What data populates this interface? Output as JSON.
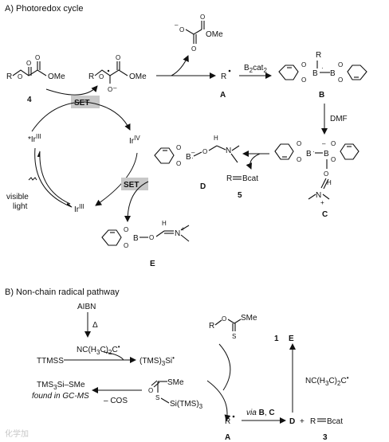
{
  "headings": {
    "a": "A) Photoredox cycle",
    "b": "B) Non-chain radical pathway"
  },
  "compound_labels": {
    "c4": "4",
    "cA": "A",
    "cB": "B",
    "cC": "C",
    "cD": "D",
    "cE": "E",
    "c5": "5",
    "c1": "1",
    "cA2": "A",
    "cD2": "D",
    "cE2": "E",
    "c3": "3"
  },
  "fragments": {
    "r_4": "R",
    "ome_4": "OMe",
    "r_rad": "R",
    "o_minus": "O",
    "ome_rad": "OMe",
    "ome_top": "OMe",
    "radical_A": "R",
    "r_B": "R",
    "r_5": "R",
    "bcat_5": "Bcat",
    "h_D": "H",
    "n_D": "N",
    "h_E": "H",
    "n_E": "N",
    "h_C": "H",
    "n_C": "N",
    "r_1": "R",
    "o_1": "O",
    "sme_1": "SMe",
    "s_1": "S",
    "tmssi": "(TMS)",
    "tmssi_si": "Si",
    "sme_int": "SMe",
    "s_int": "S",
    "sitms_int": "Si(TMS)",
    "ttmss": "TTMSS",
    "aibn": "AIBN",
    "delta": "Δ",
    "nc_rad": "NC(H",
    "nc_rad2": "C)",
    "nc_rad3": "C",
    "nc_right": "NC(H",
    "nc_right2": "C)",
    "nc_right3": "C",
    "tms3si_sime": "TMS",
    "tms3si_sime2": "Si–SMe",
    "found": "found in GC-MS",
    "minus_cos": "– COS",
    "via": "via",
    "via_b": "B",
    "via_c": "C",
    "plus": "+",
    "r_bcat": "R",
    "bcat": "Bcat",
    "radA2": "R"
  },
  "arrow_labels": {
    "b2cat2": "B",
    "b2cat2_sub": "2",
    "b2cat2_cat": "cat",
    "b2cat2_sub2": "2",
    "dmf": "DMF",
    "set_top": "SET",
    "set_mid": "SET",
    "visible": "visible",
    "light": "light"
  },
  "iridium": {
    "ir_excited": "Ir",
    "ir_excited_sup": "III",
    "ir_iv": "Ir",
    "ir_iv_sup": "IV",
    "ir_iii": "Ir",
    "ir_iii_sup": "III"
  },
  "watermark": "化学加"
}
